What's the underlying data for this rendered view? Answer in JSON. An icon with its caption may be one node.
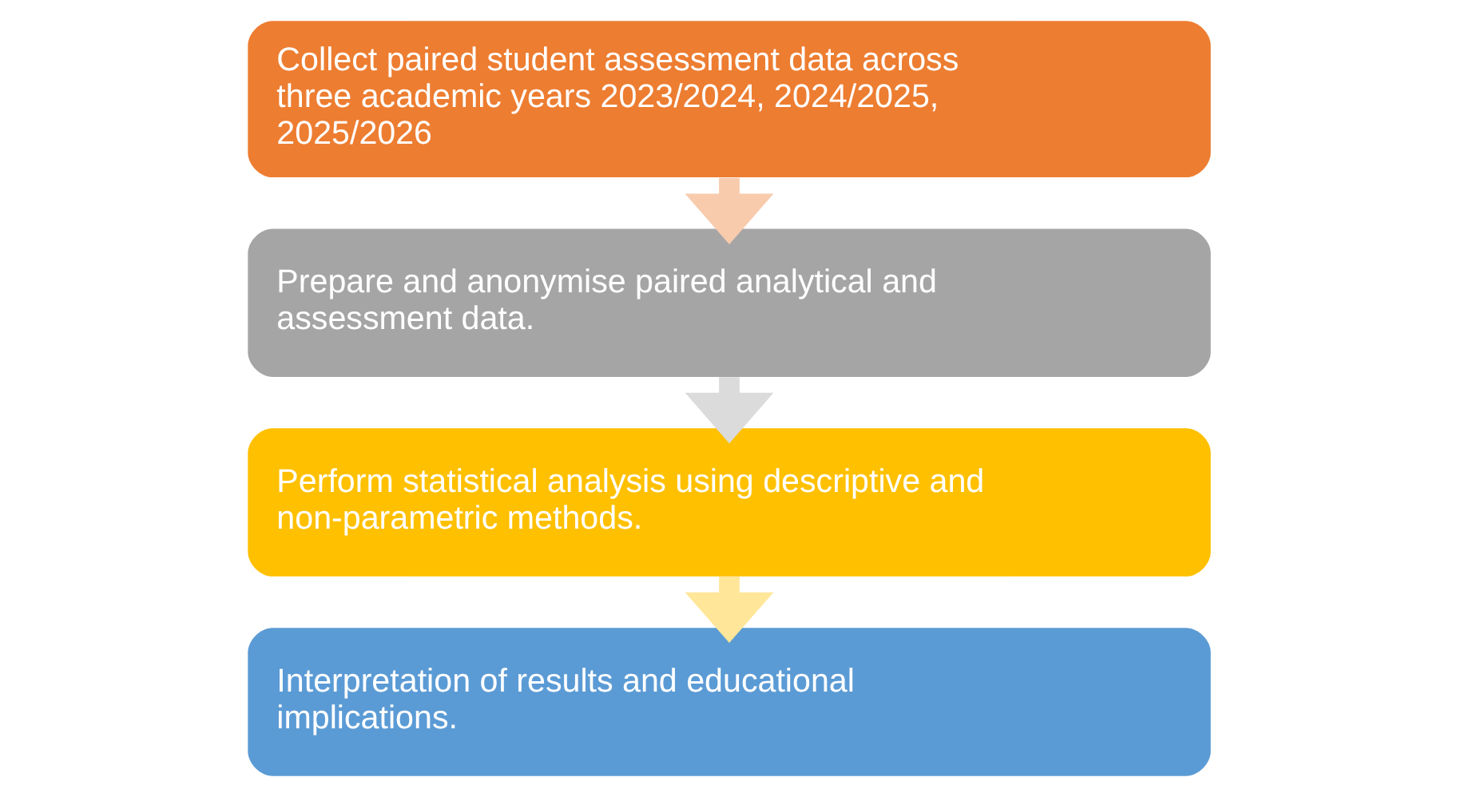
{
  "diagram": {
    "nodes": [
      {
        "text": [
          "Collect paired student assessment data across three academic years 2023/2024, 2024/2025, 2025/2026"
        ]
      },
      {
        "text": [
          "Prepare and anonymise paired analytical and assessment data."
        ]
      },
      {
        "text": [
          "Perform statistical analysis using descriptive and non-parametric methods."
        ]
      },
      {
        "text": [
          "Interpretation of results and educational implications."
        ]
      }
    ],
    "edges": [
      {
        "from": 0,
        "to": 1,
        "arrow": "to",
        "color": "#f8cbad"
      },
      {
        "from": 1,
        "to": 2,
        "arrow": "to",
        "color": "#dbdbdb"
      },
      {
        "from": 2,
        "to": 3,
        "arrow": "to",
        "color": "#ffe699"
      }
    ]
  }
}
